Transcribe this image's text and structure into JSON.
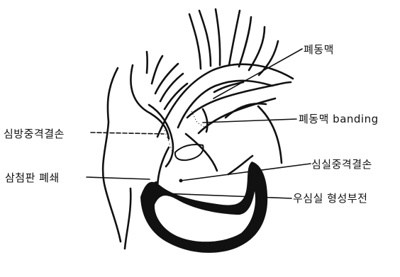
{
  "labels": {
    "pulmonary_artery": "폐동맥",
    "pulmonary_artery_banding": "폐동맥 banding",
    "atrial_septal_defect": "심방중격결손",
    "tricuspid_atresia": "삼첨판 폐쇄",
    "ventricular_septal_defect": "심실중격결손",
    "right_ventricle_hypoplasia": "우심실 형성부전"
  },
  "colors": {
    "ink": "#111111",
    "background": "#ffffff"
  }
}
